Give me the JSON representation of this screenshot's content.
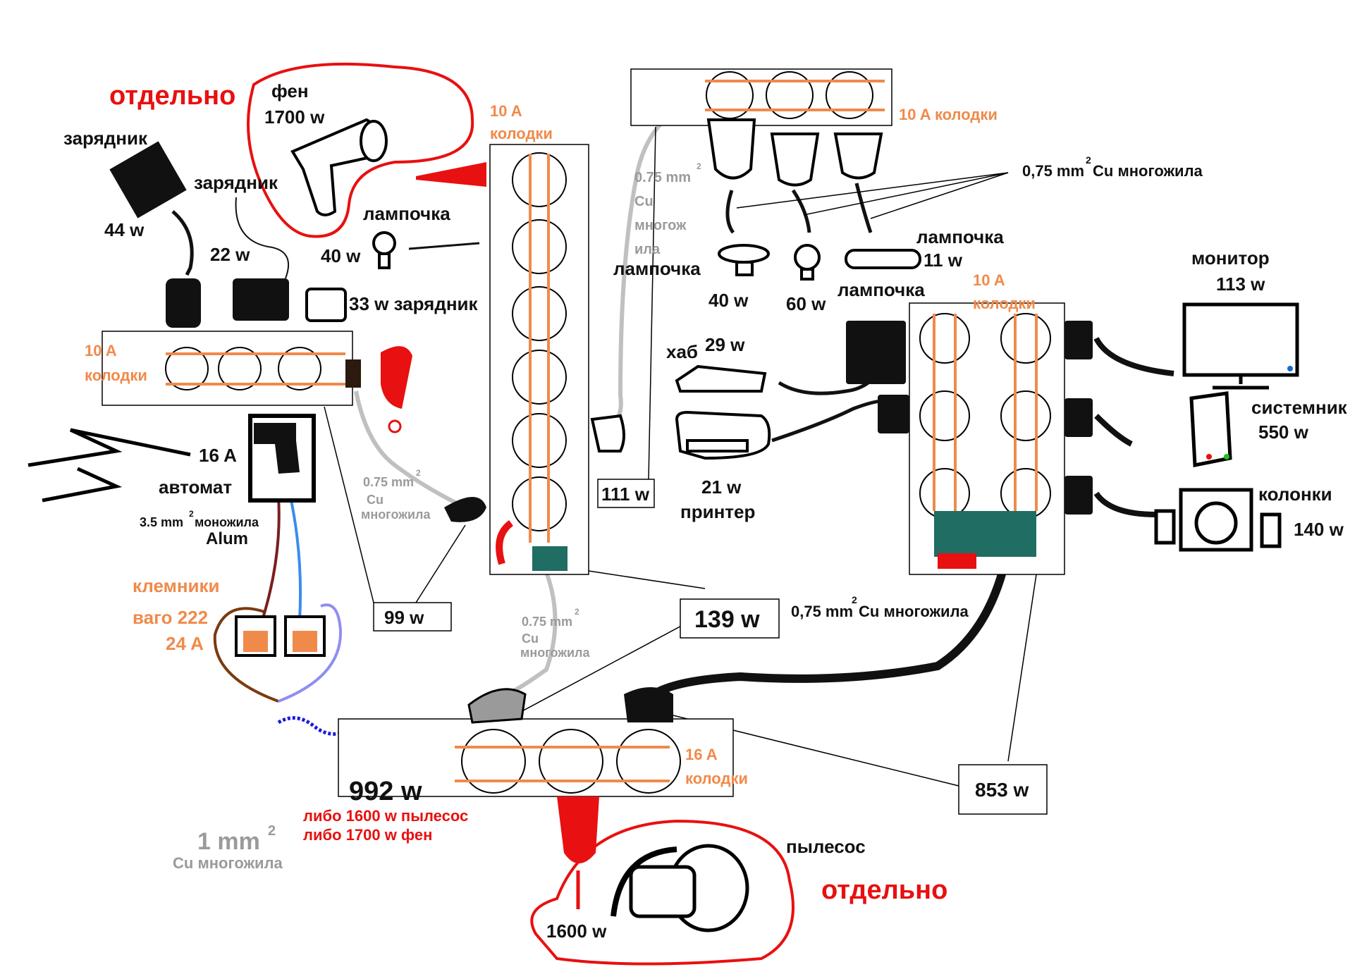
{
  "colors": {
    "outlet_stripe": "#f08a4b",
    "label_red": "#e81010",
    "label_orange": "#f08a4b",
    "label_gray": "#9a9a9a",
    "wire_gray": "#c0c0c0",
    "wire_brown": "#7b3a10",
    "wire_blue": "#4a8cf0",
    "wire_black": "#111111",
    "board_green": "#1f6d63"
  },
  "labels": {
    "separately_top": "отдельно",
    "hairdryer": "фен",
    "hairdryer_power": "1700 w",
    "charger1": "зарядник",
    "charger1_power": "44 w",
    "charger2": "зарядник",
    "charger2_power": "22 w",
    "charger3": "33 w зарядник",
    "lamp1": "лампочка",
    "lamp1_power": "40 w",
    "strip_center_10a": "10 A",
    "strip_center_kolodki": "колодки",
    "strip_left_10a": "10 A",
    "strip_left_kolodki": "колодки",
    "strip_top_label": "10 A колодки",
    "wire_top_a": "0,75 mm",
    "wire_top_b": "Cu многожила",
    "sup2": "2",
    "wire_mid1_a": "0.75 mm",
    "wire_mid1_b": "Cu",
    "wire_mid1_c": "многож",
    "wire_mid1_d": "ила",
    "lamp2": "лампочка",
    "lamp2_power": "40 w",
    "lamp3_power": "60 w",
    "lamp4": "лампочка",
    "lamp4_power": "11 w",
    "lamp5": "лампочка",
    "strip_right_10a": "10 A",
    "strip_right_kolodki": "колодки",
    "monitor": "монитор",
    "monitor_power": "113 w",
    "pc": "системник",
    "pc_power": "550 w",
    "speakers": "колонки",
    "speakers_power": "140 w",
    "hub": "хаб",
    "hub_power": "29 w",
    "printer_power": "21 w",
    "printer": "принтер",
    "total_111": "111 w",
    "breaker_rating": "16 A",
    "breaker": "автомат",
    "wire_breaker_a": "3.5 mm",
    "wire_breaker_b": "моножила",
    "wire_breaker_c": "Alum",
    "wire_left_a": "0.75 mm",
    "wire_left_b": "Cu",
    "wire_left_c": "многожила",
    "terminals_a": "клемники",
    "terminals_b": "ваго 222",
    "terminals_c": "24 A",
    "total_99": "99 w",
    "total_139": "139 w",
    "wire_center_a": "0.75 mm",
    "wire_center_b": "Cu",
    "wire_center_c": "многожила",
    "wire_right_a": "0,75 mm",
    "wire_right_b": "Cu многожила",
    "total_992": "992 w",
    "either_a": "либо 1600 w  пылесос",
    "either_b": "либо 1700 w фен",
    "strip_bottom_16a": "16 A",
    "strip_bottom_kolodki": "колодки",
    "total_853": "853 w",
    "wire_main_a": "1 mm",
    "wire_main_b": "Cu многожила",
    "vacuum": "пылесос",
    "separately_bottom": "отдельно",
    "vacuum_power": "1600 w"
  }
}
